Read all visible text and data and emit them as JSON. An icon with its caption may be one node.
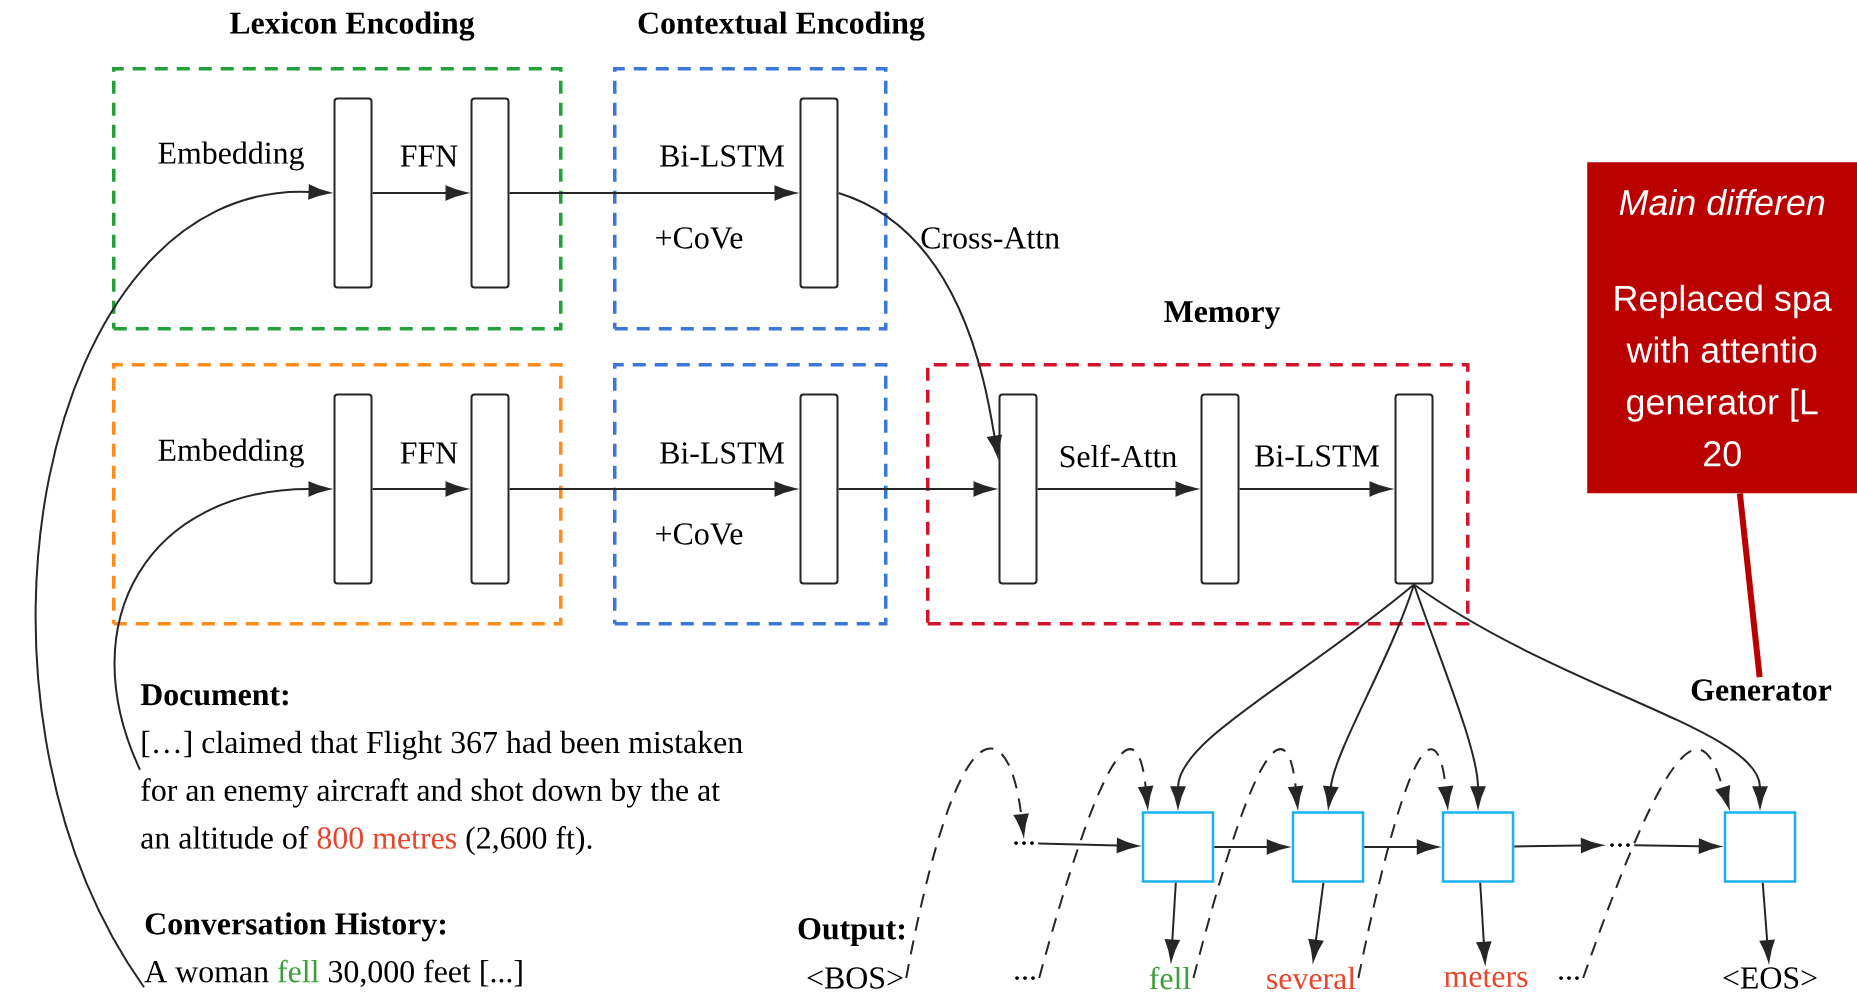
{
  "diagram": {
    "nodes": [
      {
        "text": [],
        "shape": "box"
      },
      {
        "text": [],
        "shape": "bar",
        "in": 0
      },
      {
        "text": [],
        "shape": "bar",
        "in": 0
      },
      {
        "text": [],
        "shape": "box"
      },
      {
        "text": [],
        "shape": "bar",
        "in": 3
      },
      {
        "text": [],
        "shape": "box"
      },
      {
        "text": [],
        "shape": "bar",
        "in": 5
      },
      {
        "text": [],
        "shape": "bar",
        "in": 5
      },
      {
        "text": [],
        "shape": "box"
      },
      {
        "text": [],
        "shape": "bar",
        "in": 8
      },
      {
        "text": [],
        "shape": "box"
      },
      {
        "text": [],
        "shape": "bar",
        "in": 10
      },
      {
        "text": [],
        "shape": "bar",
        "in": 10
      },
      {
        "text": [],
        "shape": "bar",
        "in": 10
      },
      {
        "text": [
          "Document:",
          "[…] claimed that Flight 367 had been mistaken for an enemy aircraft and shot down by the at an altitude of",
          "800 metres",
          "(2,600 ft)."
        ]
      },
      {
        "text": [
          "Conversation History:",
          "A woman",
          "fell",
          "30,000 feet [...]"
        ]
      },
      {
        "text": [
          "<BOS>"
        ]
      },
      {
        "text": [
          "..."
        ]
      },
      {
        "text": [],
        "shape": "box"
      },
      {
        "text": [],
        "shape": "box"
      },
      {
        "text": [],
        "shape": "box"
      },
      {
        "text": [
          "..."
        ]
      },
      {
        "text": [],
        "shape": "box"
      },
      {
        "text": [
          "..."
        ]
      },
      {
        "text": [
          "fell"
        ]
      },
      {
        "text": [
          "several"
        ]
      },
      {
        "text": [
          "meters"
        ]
      },
      {
        "text": [
          "..."
        ]
      },
      {
        "text": [
          "<EOS>"
        ]
      },
      {
        "text": [
          "Main differen",
          "Replaced spa with attentio generator [L 20"
        ]
      },
      {
        "text": [
          "Generator"
        ]
      }
    ],
    "edges": [
      {
        "from": 15,
        "to": 1,
        "arrow": "to",
        "label": "Embedding"
      },
      {
        "from": 14,
        "to": 6,
        "arrow": "to",
        "label": "Embedding"
      },
      {
        "from": 1,
        "to": 2,
        "arrow": "to",
        "label": "FFN"
      },
      {
        "from": 2,
        "to": 4,
        "arrow": "to",
        "label": "Bi-LSTM"
      },
      {
        "from": 6,
        "to": 7,
        "arrow": "to",
        "label": "FFN"
      },
      {
        "from": 7,
        "to": 9,
        "arrow": "to",
        "label": "Bi-LSTM"
      },
      {
        "from": 4,
        "to": 11,
        "arrow": "to",
        "label": "Cross-Attn"
      },
      {
        "from": 9,
        "to": 11,
        "arrow": "to"
      },
      {
        "from": 11,
        "to": 12,
        "arrow": "to",
        "label": "Self-Attn"
      },
      {
        "from": 12,
        "to": 13,
        "arrow": "to",
        "label": "Bi-LSTM"
      },
      {
        "from": 13,
        "to": 18,
        "arrow": "to"
      },
      {
        "from": 13,
        "to": 19,
        "arrow": "to"
      },
      {
        "from": 13,
        "to": 20,
        "arrow": "to"
      },
      {
        "from": 13,
        "to": 22,
        "arrow": "to"
      },
      {
        "from": 17,
        "to": 18,
        "arrow": "to"
      },
      {
        "from": 18,
        "to": 19,
        "arrow": "to"
      },
      {
        "from": 19,
        "to": 20,
        "arrow": "to"
      },
      {
        "from": 20,
        "to": 21,
        "arrow": "to"
      },
      {
        "from": 21,
        "to": 22,
        "arrow": "to"
      },
      {
        "from": 18,
        "to": 24,
        "arrow": "to"
      },
      {
        "from": 19,
        "to": 25,
        "arrow": "to"
      },
      {
        "from": 20,
        "to": 26,
        "arrow": "to"
      },
      {
        "from": 22,
        "to": 28,
        "arrow": "to"
      },
      {
        "from": 16,
        "to": 17,
        "arrow": "to",
        "style": "dashed"
      },
      {
        "from": 23,
        "to": 18,
        "arrow": "to",
        "style": "dashed"
      },
      {
        "from": 24,
        "to": 19,
        "arrow": "to",
        "style": "dashed"
      },
      {
        "from": 25,
        "to": 20,
        "arrow": "to",
        "style": "dashed"
      },
      {
        "from": 27,
        "to": 22,
        "arrow": "to",
        "style": "dashed"
      },
      {
        "from": 29,
        "to": 30,
        "arrow": "none",
        "style": "thick",
        "color": "#bb0000"
      }
    ],
    "labels": [
      "Lexicon Encoding",
      "Contextual Encoding",
      "+CoVe",
      "Memory",
      "+CoVe",
      "Output:"
    ]
  }
}
